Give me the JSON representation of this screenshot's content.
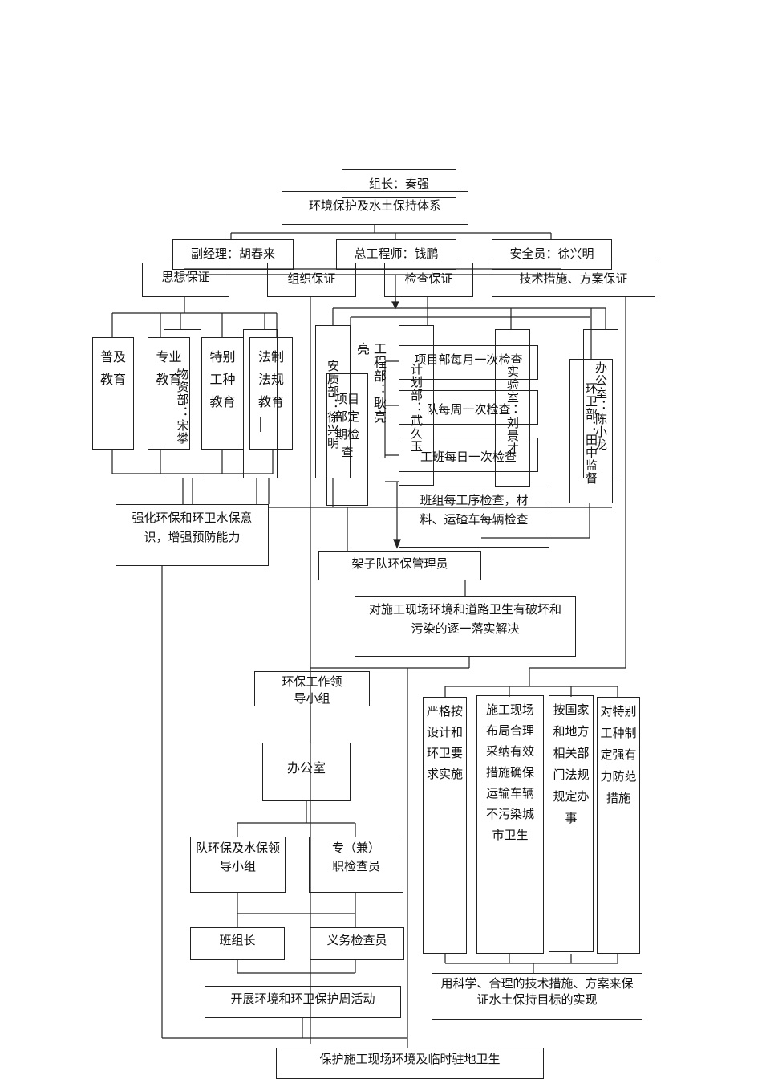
{
  "diagram": {
    "leader": "组长：秦强",
    "system": "环境保护及水土保持体系",
    "deputy_manager": "副经理：胡春来",
    "chief_engineer": "总工程师：钱鹏",
    "safety_officer": "安全员：徐兴明",
    "branches": {
      "thought": "思想保证",
      "organization": "组织保证",
      "inspection": "检查保证",
      "technical": "技术措施、方案保证"
    },
    "education": {
      "popular": "普及教育",
      "professional": "专业教育",
      "materials_dept": "物资部：宋攀",
      "special_trade": "特别工种教育",
      "legal": "法制法规教育",
      "legal_mark": "│"
    },
    "inspection_people": {
      "safety_quality_dept": "安质部：徐兴明",
      "project_regular_check": "项目部定期检查",
      "engineering_dept": "工程部：耿亮",
      "engineering_dept_prefix": "亮",
      "planning_dept": "计划部：武久玉",
      "lab": "实验室：刘景才",
      "office": "办公室：陈小龙",
      "env_dept": "环卫部：田中监督"
    },
    "checks": {
      "monthly": "项目部每月一次检查",
      "weekly": "队每周一次检查",
      "daily": "工班每日一次检查",
      "per_process": "班组每工序检查，材料、运碴车每辆检查"
    },
    "awareness": "强化环保和环卫水保意识，增强预防能力",
    "scaffold_manager": "架子队环保管理员",
    "resolve": "对施工现场环境和道路卫生有破坏和污染的逐一落实解决",
    "org": {
      "leading_group": "环保工作领导小组",
      "office": "办公室",
      "team_group": "队环保及水保领导小组",
      "inspector": "专（兼）职检查员",
      "team_leader": "班组长",
      "volunteer": "义务检查员",
      "weekly_activity": "开展环境和环卫保护周活动"
    },
    "tech": {
      "design": "严格按设计和环卫要求实施",
      "layout": "施工现场布局合理采纳有效措施确保运输车辆不污染城市卫生",
      "regulation": "按国家和地方相关部门法规规定办事",
      "special": "对特别工种制定强有力防范措施",
      "science": "用科学、合理的技术措施、方案来保证水土保持目标的实现"
    },
    "final": "保护施工现场环境及临时驻地卫生"
  }
}
